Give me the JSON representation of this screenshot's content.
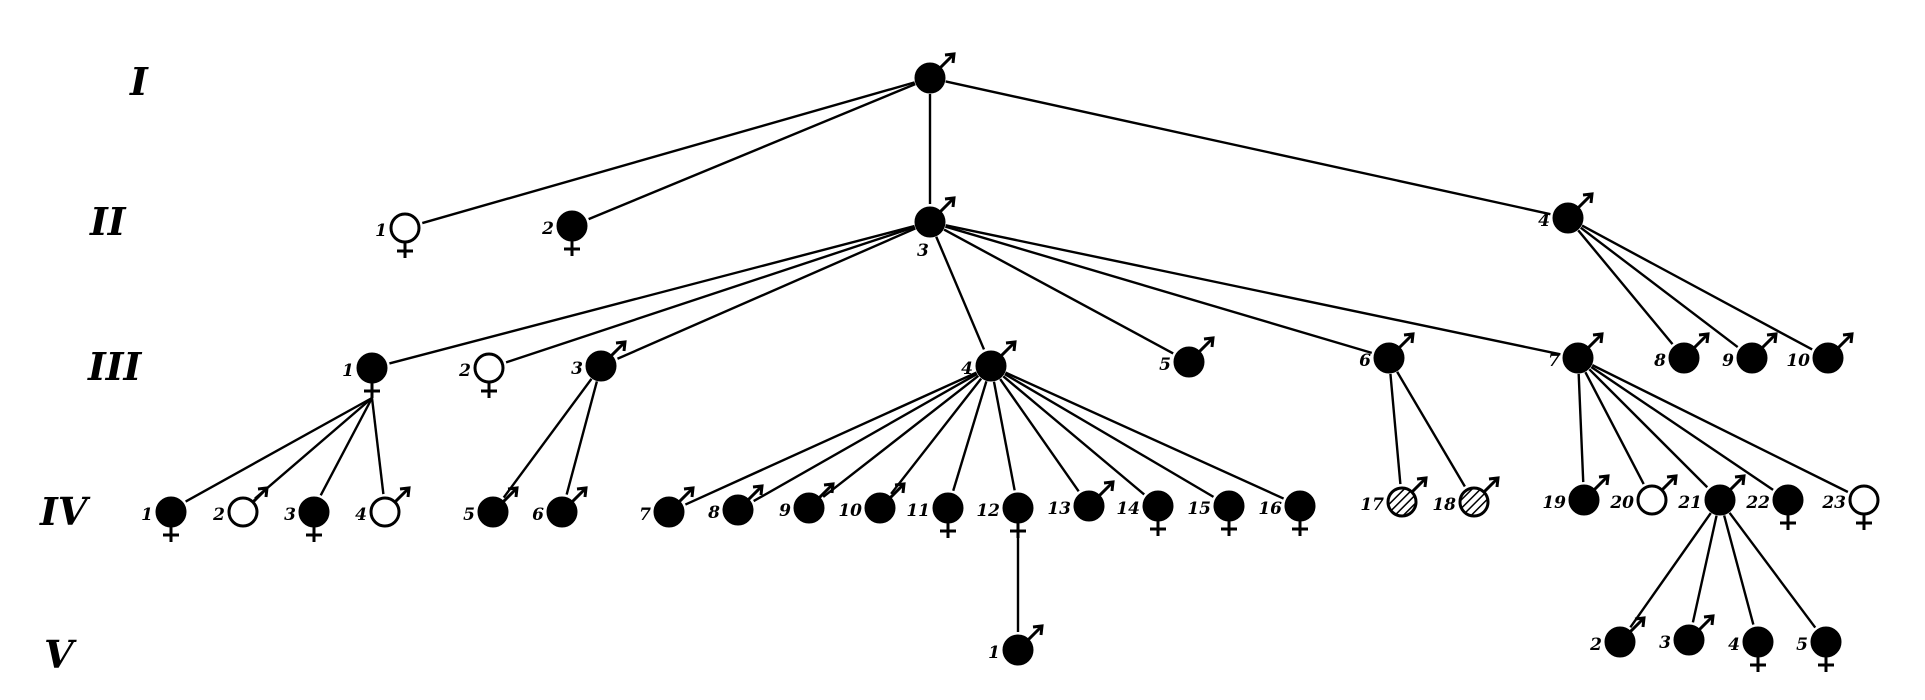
{
  "generation_labels": [
    "I",
    "II",
    "III",
    "IV",
    "V"
  ],
  "legend_colors": {
    "affected": "#000000",
    "unaffected": "#ffffff",
    "hatched": "hatched"
  },
  "individuals": [
    {
      "id": "I-1",
      "num": "",
      "sex": "male",
      "status": "affected"
    },
    {
      "id": "II-1",
      "num": "1",
      "sex": "female",
      "status": "unaffected"
    },
    {
      "id": "II-2",
      "num": "2",
      "sex": "female",
      "status": "affected"
    },
    {
      "id": "II-3",
      "num": "3",
      "sex": "male",
      "status": "affected"
    },
    {
      "id": "II-4",
      "num": "4",
      "sex": "male",
      "status": "affected"
    },
    {
      "id": "III-1",
      "num": "1",
      "sex": "female",
      "status": "affected"
    },
    {
      "id": "III-2",
      "num": "2",
      "sex": "female",
      "status": "unaffected"
    },
    {
      "id": "III-3",
      "num": "3",
      "sex": "male",
      "status": "affected"
    },
    {
      "id": "III-4",
      "num": "4",
      "sex": "male",
      "status": "affected"
    },
    {
      "id": "III-5",
      "num": "5",
      "sex": "male",
      "status": "affected"
    },
    {
      "id": "III-6",
      "num": "6",
      "sex": "male",
      "status": "affected"
    },
    {
      "id": "III-7",
      "num": "7",
      "sex": "male",
      "status": "affected"
    },
    {
      "id": "III-8",
      "num": "8",
      "sex": "male",
      "status": "affected"
    },
    {
      "id": "III-9",
      "num": "9",
      "sex": "male",
      "status": "affected"
    },
    {
      "id": "III-10",
      "num": "10",
      "sex": "male",
      "status": "affected"
    },
    {
      "id": "IV-1",
      "num": "1",
      "sex": "female",
      "status": "affected"
    },
    {
      "id": "IV-2",
      "num": "2",
      "sex": "male",
      "status": "unaffected"
    },
    {
      "id": "IV-3",
      "num": "3",
      "sex": "female",
      "status": "affected"
    },
    {
      "id": "IV-4",
      "num": "4",
      "sex": "male",
      "status": "unaffected"
    },
    {
      "id": "IV-5",
      "num": "5",
      "sex": "male",
      "status": "affected"
    },
    {
      "id": "IV-6",
      "num": "6",
      "sex": "male",
      "status": "affected"
    },
    {
      "id": "IV-7",
      "num": "7",
      "sex": "male",
      "status": "affected"
    },
    {
      "id": "IV-8",
      "num": "8",
      "sex": "male",
      "status": "affected"
    },
    {
      "id": "IV-9",
      "num": "9",
      "sex": "male",
      "status": "affected"
    },
    {
      "id": "IV-10",
      "num": "10",
      "sex": "male",
      "status": "affected"
    },
    {
      "id": "IV-11",
      "num": "11",
      "sex": "female",
      "status": "affected"
    },
    {
      "id": "IV-12",
      "num": "12",
      "sex": "female",
      "status": "affected"
    },
    {
      "id": "IV-13",
      "num": "13",
      "sex": "male",
      "status": "affected"
    },
    {
      "id": "IV-14",
      "num": "14",
      "sex": "female",
      "status": "affected"
    },
    {
      "id": "IV-15",
      "num": "15",
      "sex": "female",
      "status": "affected"
    },
    {
      "id": "IV-16",
      "num": "16",
      "sex": "female",
      "status": "affected"
    },
    {
      "id": "IV-17",
      "num": "17",
      "sex": "male",
      "status": "hatched"
    },
    {
      "id": "IV-18",
      "num": "18",
      "sex": "male",
      "status": "hatched"
    },
    {
      "id": "IV-19",
      "num": "19",
      "sex": "male",
      "status": "affected"
    },
    {
      "id": "IV-20",
      "num": "20",
      "sex": "male",
      "status": "unaffected"
    },
    {
      "id": "IV-21",
      "num": "21",
      "sex": "male",
      "status": "affected"
    },
    {
      "id": "IV-22",
      "num": "22",
      "sex": "female",
      "status": "affected"
    },
    {
      "id": "IV-23",
      "num": "23",
      "sex": "female",
      "status": "unaffected"
    },
    {
      "id": "V-1",
      "num": "1",
      "sex": "male",
      "status": "affected"
    },
    {
      "id": "V-2",
      "num": "2",
      "sex": "male",
      "status": "affected"
    },
    {
      "id": "V-3",
      "num": "3",
      "sex": "male",
      "status": "affected"
    },
    {
      "id": "V-4",
      "num": "4",
      "sex": "female",
      "status": "affected"
    },
    {
      "id": "V-5",
      "num": "5",
      "sex": "female",
      "status": "affected"
    }
  ],
  "links": [
    [
      "I-1",
      "II-1"
    ],
    [
      "I-1",
      "II-2"
    ],
    [
      "I-1",
      "II-3"
    ],
    [
      "I-1",
      "II-4"
    ],
    [
      "II-3",
      "III-1"
    ],
    [
      "II-3",
      "III-2"
    ],
    [
      "II-3",
      "III-3"
    ],
    [
      "II-3",
      "III-4"
    ],
    [
      "II-3",
      "III-5"
    ],
    [
      "II-3",
      "III-6"
    ],
    [
      "II-3",
      "III-7"
    ],
    [
      "II-4",
      "III-8"
    ],
    [
      "II-4",
      "III-9"
    ],
    [
      "II-4",
      "III-10"
    ],
    [
      "III-1",
      "IV-1"
    ],
    [
      "III-1",
      "IV-2"
    ],
    [
      "III-1",
      "IV-3"
    ],
    [
      "III-1",
      "IV-4"
    ],
    [
      "III-3",
      "IV-5"
    ],
    [
      "III-3",
      "IV-6"
    ],
    [
      "III-4",
      "IV-7"
    ],
    [
      "III-4",
      "IV-8"
    ],
    [
      "III-4",
      "IV-9"
    ],
    [
      "III-4",
      "IV-10"
    ],
    [
      "III-4",
      "IV-11"
    ],
    [
      "III-4",
      "IV-12"
    ],
    [
      "III-4",
      "IV-13"
    ],
    [
      "III-4",
      "IV-14"
    ],
    [
      "III-4",
      "IV-15"
    ],
    [
      "III-4",
      "IV-16"
    ],
    [
      "III-6",
      "IV-17"
    ],
    [
      "III-6",
      "IV-18"
    ],
    [
      "III-7",
      "IV-19"
    ],
    [
      "III-7",
      "IV-20"
    ],
    [
      "III-7",
      "IV-21"
    ],
    [
      "III-7",
      "IV-22"
    ],
    [
      "III-7",
      "IV-23"
    ],
    [
      "IV-12",
      "V-1"
    ],
    [
      "IV-21",
      "V-2"
    ],
    [
      "IV-21",
      "V-3"
    ],
    [
      "IV-21",
      "V-4"
    ],
    [
      "IV-21",
      "V-5"
    ]
  ]
}
